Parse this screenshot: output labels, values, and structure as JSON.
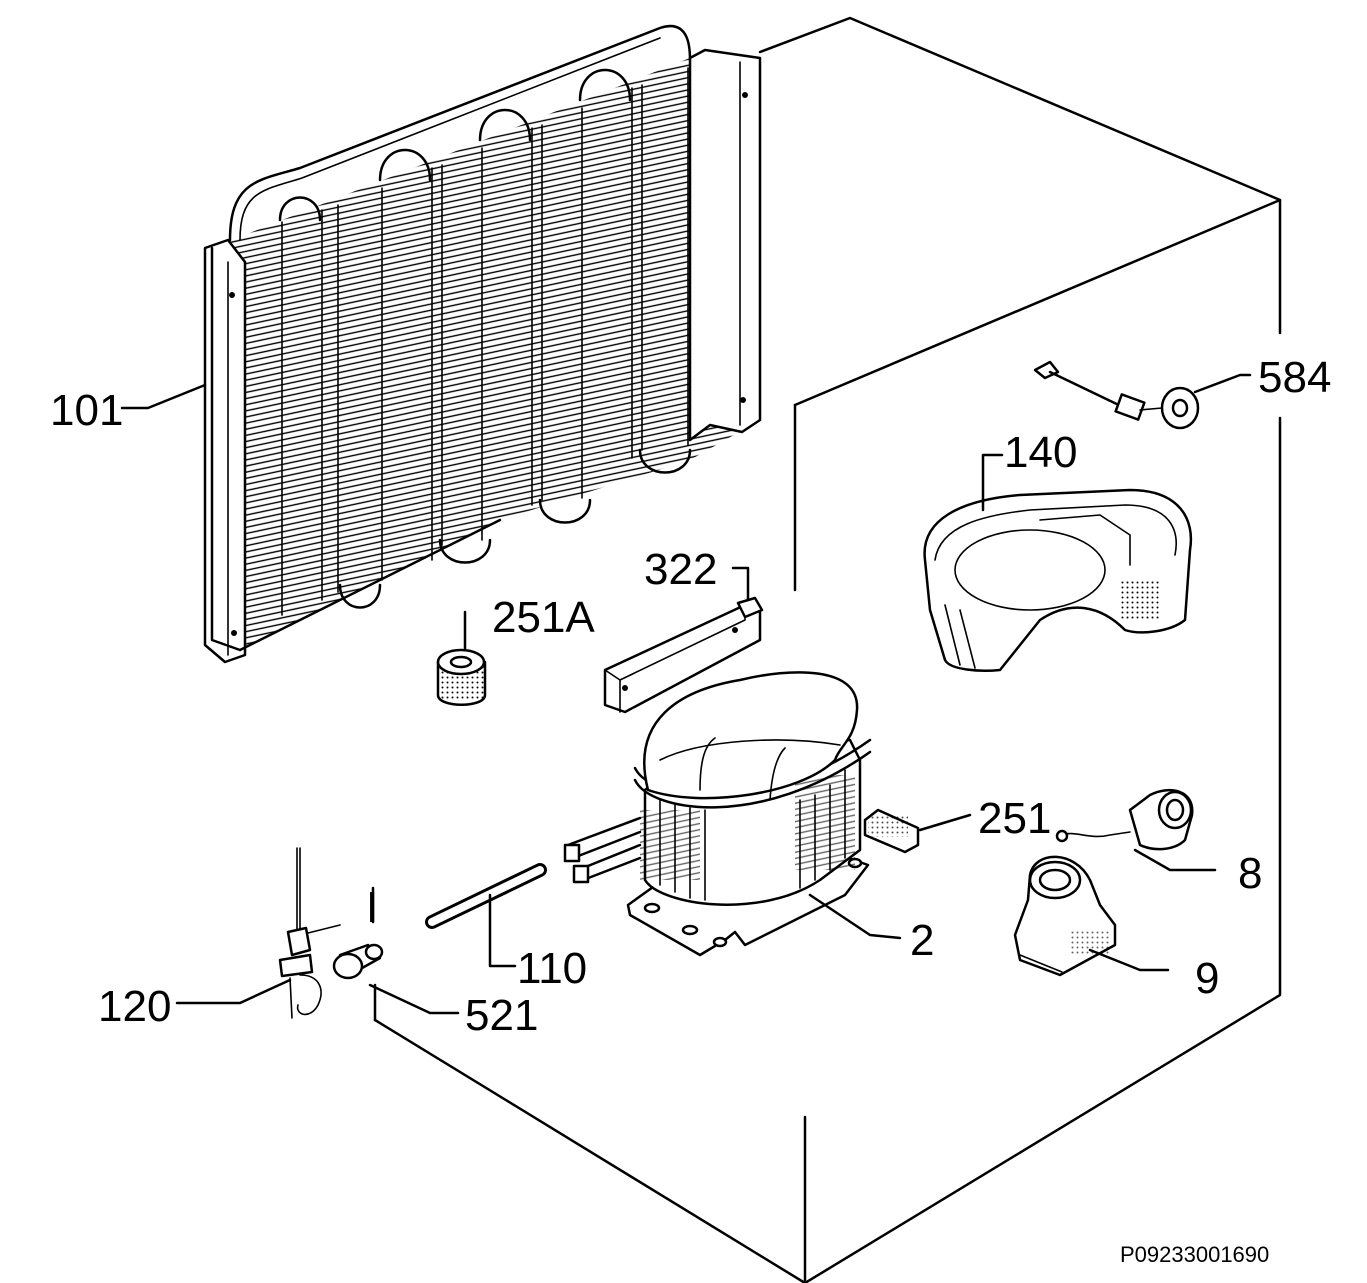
{
  "diagram": {
    "reference_code": "P09233001690",
    "callouts": {
      "p101": "101",
      "p584": "584",
      "p140": "140",
      "p322": "322",
      "p251a": "251A",
      "p251": "251",
      "p8": "8",
      "p2": "2",
      "p110": "110",
      "p9": "9",
      "p120": "120",
      "p521": "521",
      "pI": "I"
    }
  }
}
